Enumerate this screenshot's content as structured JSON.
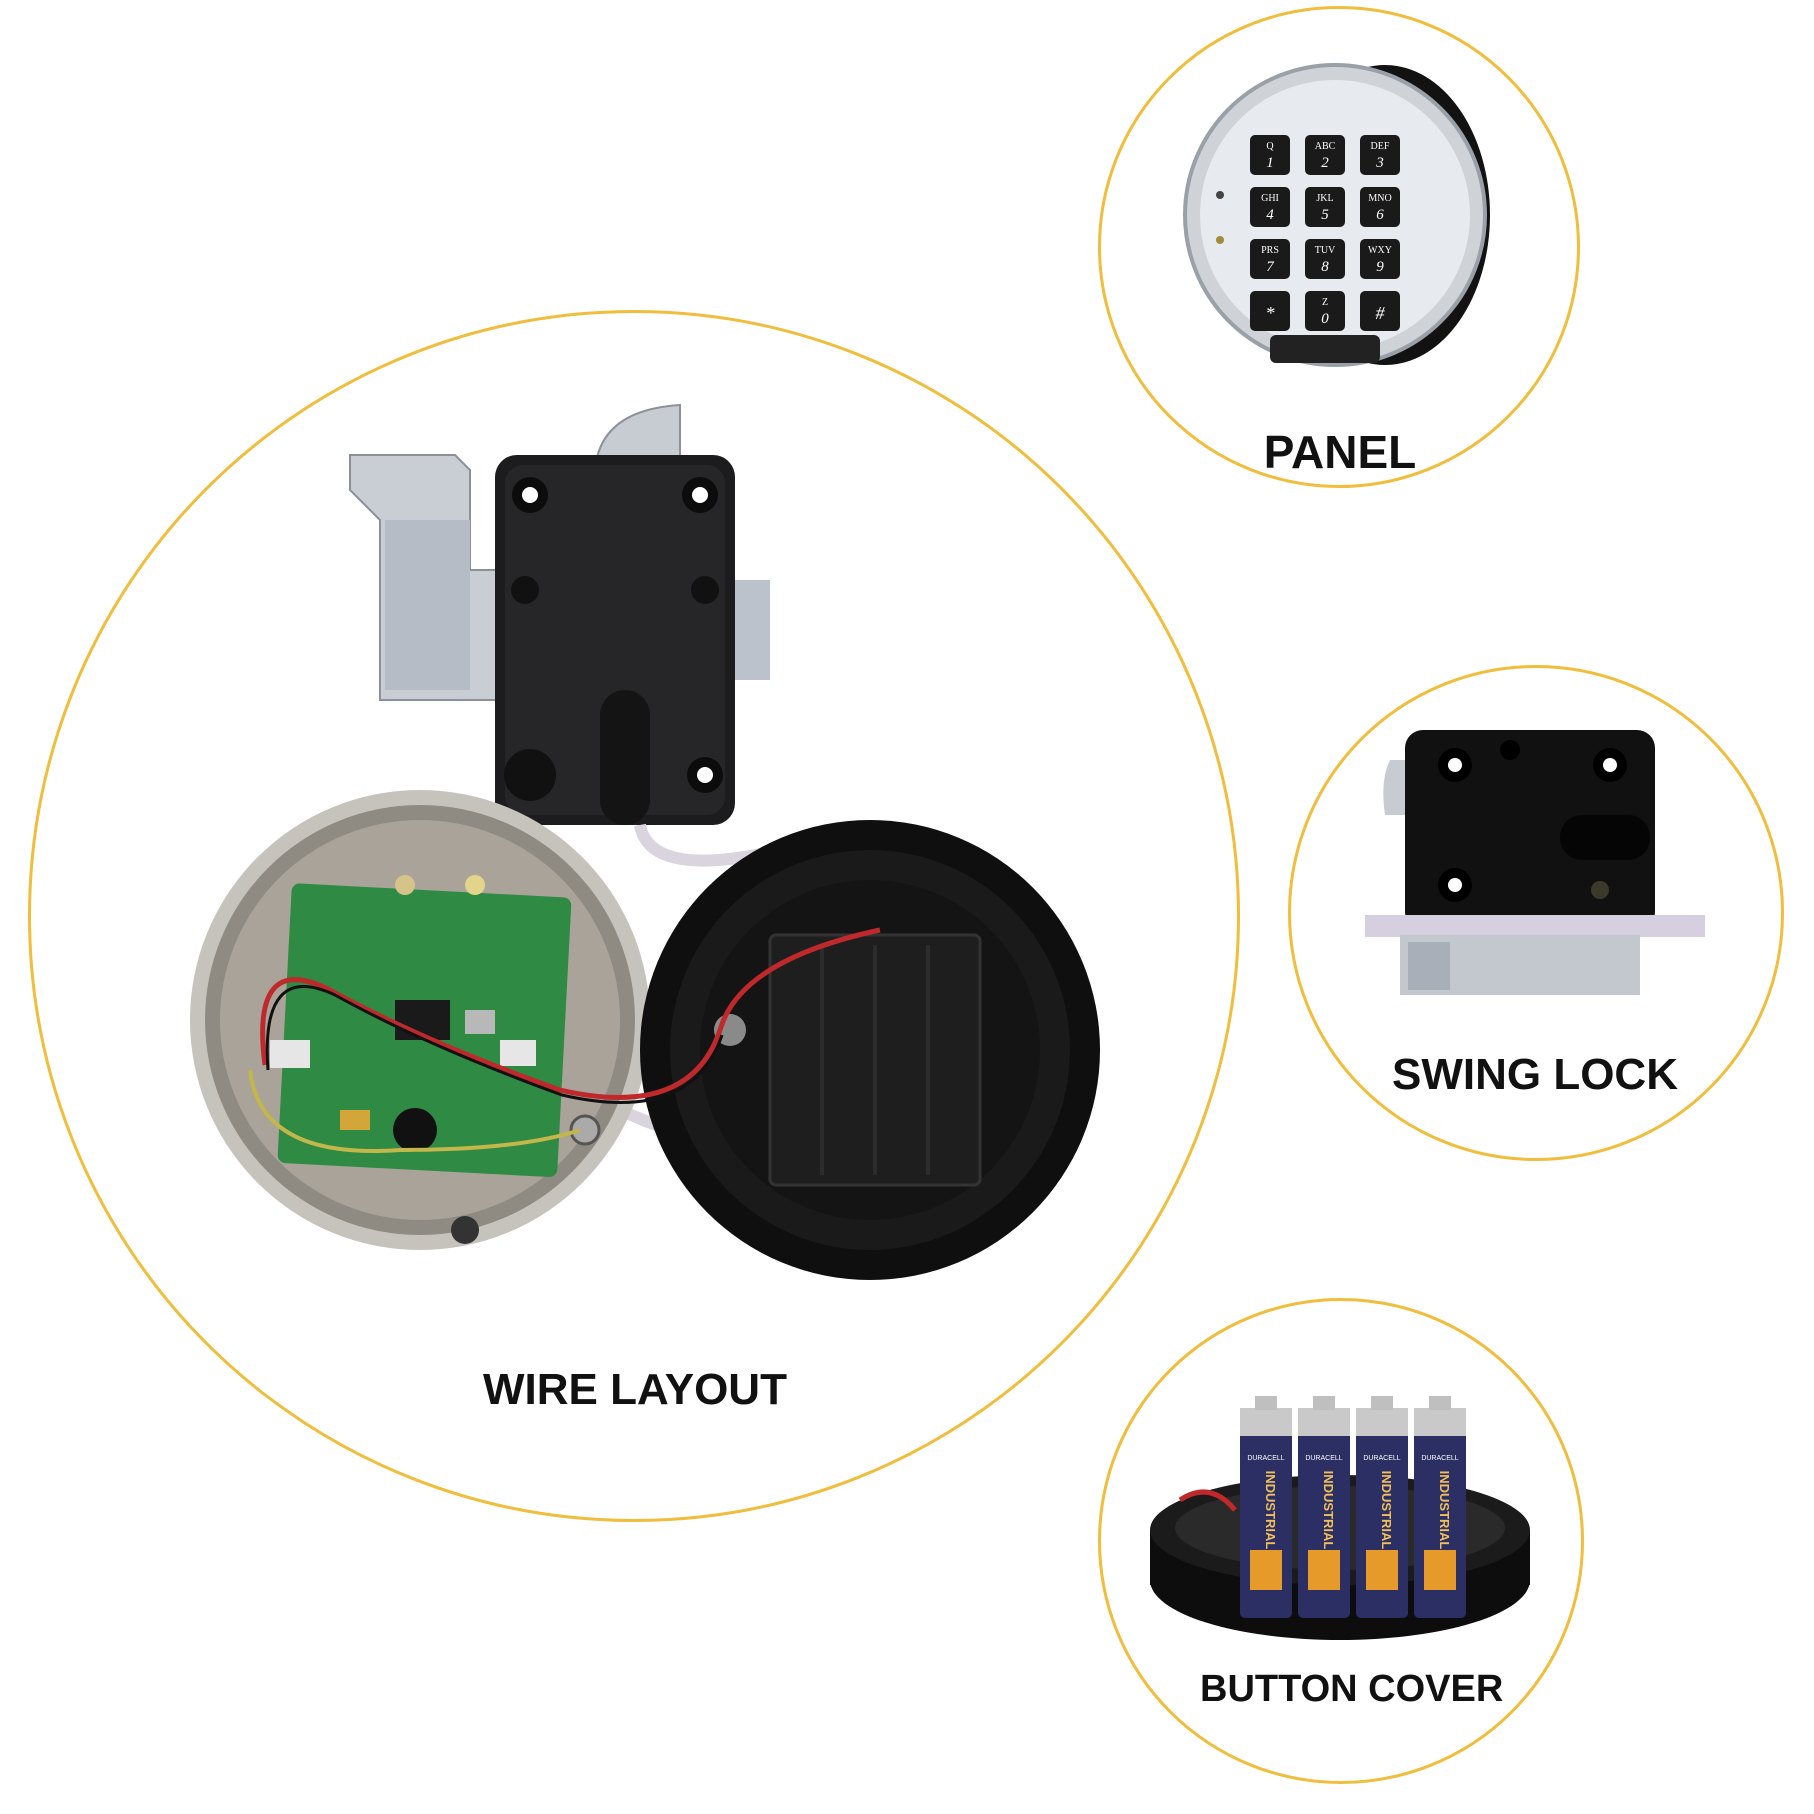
{
  "accent_color": "#f0bd3c",
  "circles": {
    "wire_layout": {
      "label": "WIRE LAYOUT"
    },
    "panel": {
      "label": "PANEL"
    },
    "swing_lock": {
      "label": "SWING LOCK"
    },
    "button_cover": {
      "label": "BUTTON COVER"
    }
  },
  "keypad": {
    "keys": [
      {
        "letters": "Q",
        "digit": "1"
      },
      {
        "letters": "ABC",
        "digit": "2"
      },
      {
        "letters": "DEF",
        "digit": "3"
      },
      {
        "letters": "GHI",
        "digit": "4"
      },
      {
        "letters": "JKL",
        "digit": "5"
      },
      {
        "letters": "MNO",
        "digit": "6"
      },
      {
        "letters": "PRS",
        "digit": "7"
      },
      {
        "letters": "TUV",
        "digit": "8"
      },
      {
        "letters": "WXY",
        "digit": "9"
      },
      {
        "letters": "",
        "digit": "*"
      },
      {
        "letters": "Z",
        "digit": "0"
      },
      {
        "letters": "",
        "digit": "#"
      }
    ]
  },
  "batteries": {
    "brand": "DURACELL",
    "line": "INDUSTRIAL"
  }
}
